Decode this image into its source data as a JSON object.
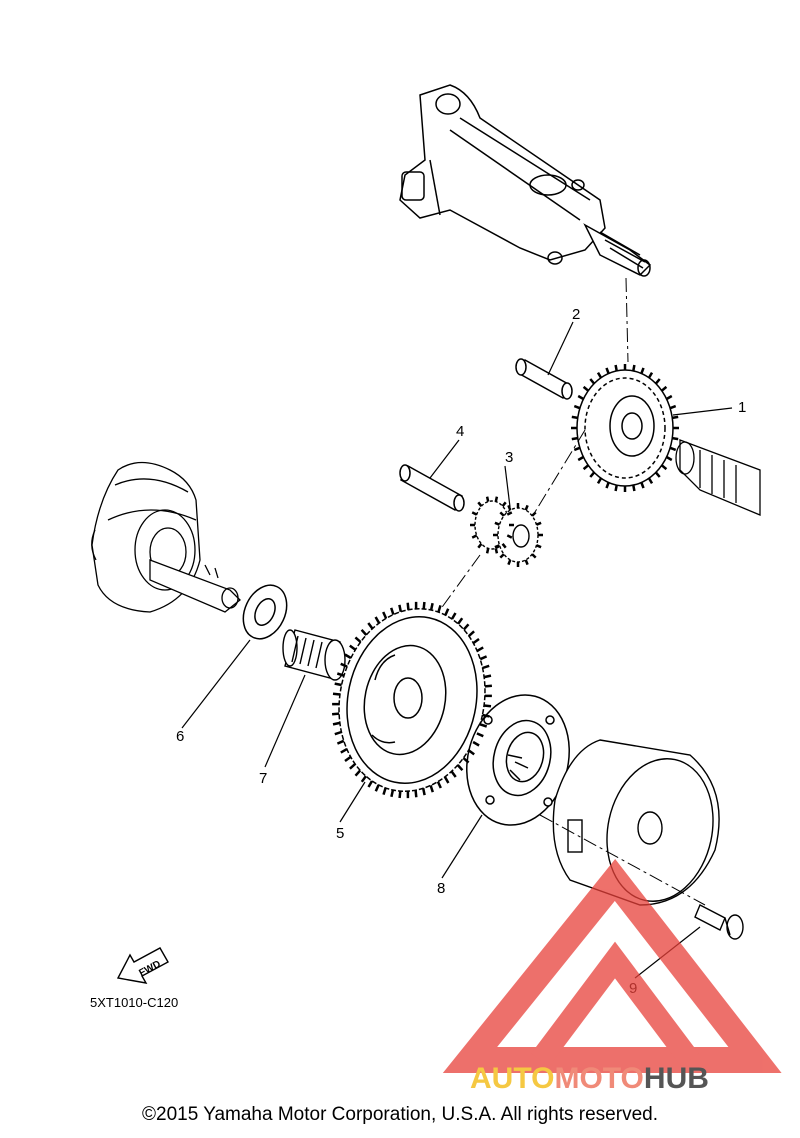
{
  "callouts": [
    "1",
    "2",
    "3",
    "4",
    "5",
    "6",
    "7",
    "8",
    "9"
  ],
  "diagram_code": "5XT1010-C120",
  "fwd_label": "FWD",
  "copyright": "©2015 Yamaha Motor Corporation, U.S.A. All rights reserved.",
  "watermark": {
    "part1": "AUTO",
    "part2": "MOTO",
    "part3": "HUB",
    "colors": {
      "auto": "#f5c842",
      "moto": "#f08a78",
      "hub": "#555555",
      "triangle": "#e8413a"
    }
  }
}
